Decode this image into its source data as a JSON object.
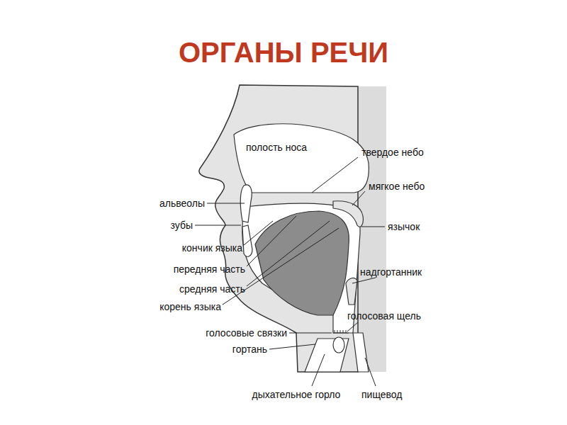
{
  "diagram": {
    "title": "ОРГАНЫ РЕЧИ",
    "labels": [
      "полость носа",
      "твердое небо",
      "мягкое небо",
      "альвеолы",
      "зубы",
      "язычок",
      "кончик языка",
      "передняя часть",
      "средняя часть",
      "корень языка",
      "надгортанник",
      "голосовая щель",
      "голосовые связки",
      "гортань",
      "дыхательное горло",
      "пищевод"
    ]
  }
}
